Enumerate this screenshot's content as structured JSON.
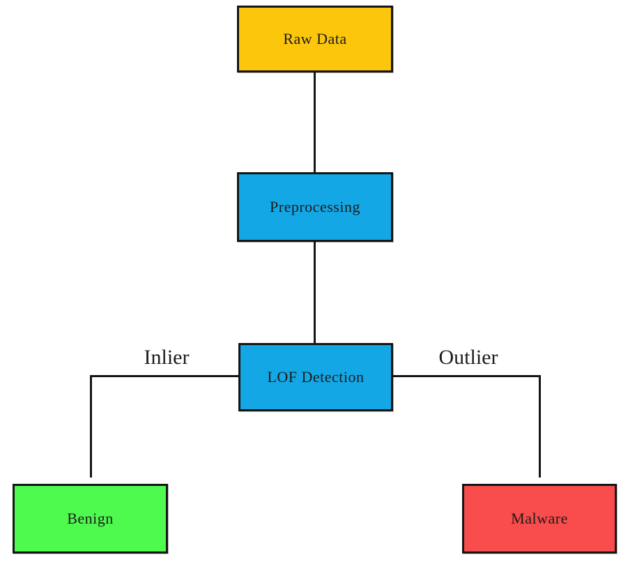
{
  "flowchart": {
    "nodes": {
      "raw_data": {
        "label": "Raw Data",
        "fill": "#fcc60d"
      },
      "preprocessing": {
        "label": "Preprocessing",
        "fill": "#14a7e6"
      },
      "lof_detection": {
        "label": "LOF Detection",
        "fill": "#14a7e6"
      },
      "benign": {
        "label": "Benign",
        "fill": "#4dfa4d"
      },
      "malware": {
        "label": "Malware",
        "fill": "#f94c4c"
      }
    },
    "edge_labels": {
      "inlier": {
        "label": "Inlier"
      },
      "outlier": {
        "label": "Outlier"
      }
    },
    "flow": [
      "Raw Data -> Preprocessing",
      "Preprocessing -> LOF Detection",
      "LOF Detection -(Inlier)-> Benign",
      "LOF Detection -(Outlier)-> Malware"
    ],
    "colors": {
      "line": "#151515",
      "border": "#151515",
      "text": "#1c1c1c",
      "background": "#ffffff"
    }
  }
}
